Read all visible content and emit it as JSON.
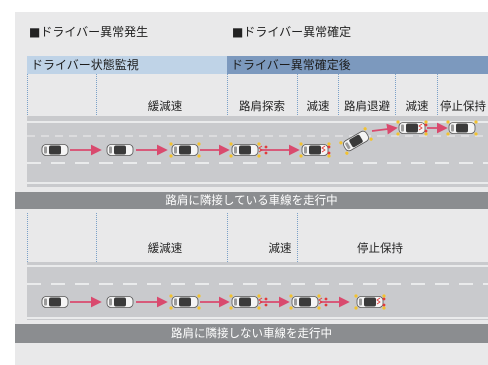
{
  "legend": {
    "anomaly_detected": "■ドライバー異常発生",
    "anomaly_confirmed": "■ドライバー異常確定"
  },
  "phases": {
    "monitoring": "ドライバー状態監視",
    "after_confirmed": "ドライバー異常確定後"
  },
  "scenario_adjacent": {
    "stage_slow": "緩減速",
    "stage_search": "路肩探索",
    "stage_decel1": "減速",
    "stage_evacuate": "路肩退避",
    "stage_decel2": "減速",
    "stage_hold": "停止保持",
    "caption": "路肩に隣接している車線を走行中"
  },
  "scenario_not_adjacent": {
    "stage_slow": "緩減速",
    "stage_decel": "減速",
    "stage_hold": "停止保持",
    "caption": "路肩に隣接しない車線を走行中"
  },
  "colors": {
    "panel_bg": "#e9e9ea",
    "road": "#c9cacd",
    "monitor_header": "#bfd3e7",
    "confirmed_header": "#7c99be",
    "caption_band": "#8b8d90",
    "arrow": "#d94a6e",
    "hazard_light": "#f2c230"
  }
}
